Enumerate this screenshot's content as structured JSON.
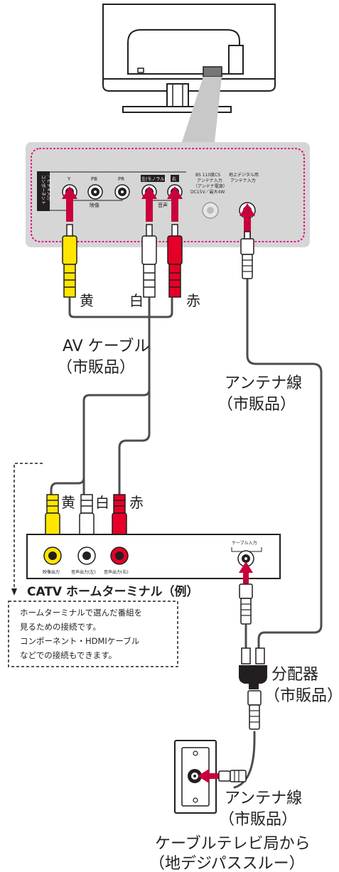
{
  "colors": {
    "yellow": "#ffe600",
    "white": "#ffffff",
    "red": "#e60028",
    "panel": "#d6d6d6",
    "panel_dots": "#e3007f",
    "arrow": "#c8003c",
    "cable": "#4d4d4d",
    "dashed": "#231f20",
    "badge_bg": "#231f20"
  },
  "tv_panel": {
    "vertical_label_line1": "コンポーネント",
    "vertical_label_line2": "／ビデオ入力",
    "jack_y": "Y",
    "jack_pb": "PB",
    "jack_pr": "PR",
    "jack_left": "左(モノラル)",
    "jack_right": "右",
    "group_video": "映像",
    "group_audio": "音声",
    "bs_label": [
      "BS 110度CS",
      "アンテナ入力",
      "（アンテナ電源）",
      "DC15V／最大4W"
    ],
    "terrestrial_label": [
      "地上デジタル用",
      "アンテナ入力"
    ]
  },
  "cables": {
    "yellow_label": "黄",
    "white_label": "白",
    "red_label": "赤",
    "av_cable_line1": "AV ケーブル",
    "av_cable_line2": "（市販品）",
    "antenna_line1": "アンテナ線",
    "antenna_line2": "（市販品）"
  },
  "catv": {
    "yellow_label": "黄",
    "white_label": "白",
    "red_label": "赤",
    "video_out": "映像出力",
    "audio_out_left": "音声出力(左)",
    "audio_out_right": "音声出力(右)",
    "cable_in": "ケーブル入力",
    "title": "CATV ホームターミナル（例）",
    "note": [
      "ホームターミナルで選んだ番組を",
      "見るための接続です。",
      "コンポーネント・HDMIケーブル",
      "などでの接続もできます。"
    ]
  },
  "splitter": {
    "line1": "分配器",
    "line2": "（市販品）"
  },
  "wall": {
    "antenna_line1": "アンテナ線",
    "antenna_line2": "（市販品）",
    "source_line1": "ケーブルテレビ局から",
    "source_line2": "（地デジパススルー）"
  }
}
